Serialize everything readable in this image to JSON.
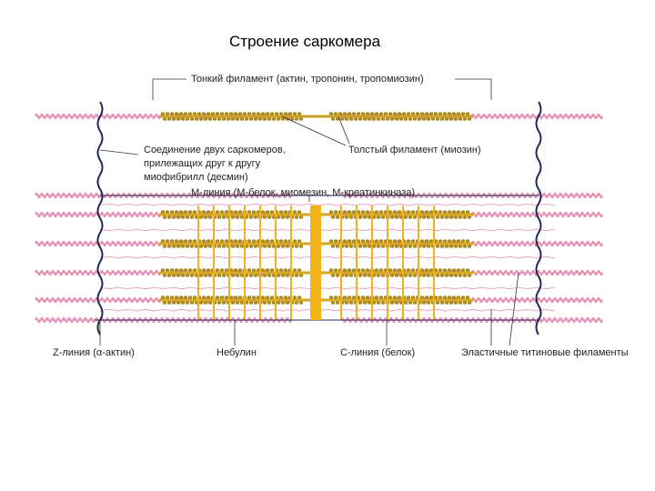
{
  "title": "Строение саркомера",
  "labels": {
    "thin_filament": "Тонкий филамент (актин, тропонин, тропомиозин)",
    "junction_line1": "Соединение двух саркомеров,",
    "junction_line2": "прилежащих друг к другу",
    "junction_line3": "миофибрилл (десмин)",
    "thick_filament": "Толстый филамент (миозин)",
    "m_line": "М-линия (М-белок, миомезин, М-креатинкиназа)",
    "z_line": "Z-линия (α-актин)",
    "nebulin": "Небулин",
    "c_line": "С-линия (белок)",
    "titin": "Эластичные титиновые филаменты"
  },
  "colors": {
    "actin": "#e58fb5",
    "myosin": "#c9a227",
    "myosin_head": "#a88a1e",
    "zdisk": "#1f2b4f",
    "nebulin": "#f2b318",
    "titin": "#e9a7c6",
    "leader": "#333333"
  }
}
